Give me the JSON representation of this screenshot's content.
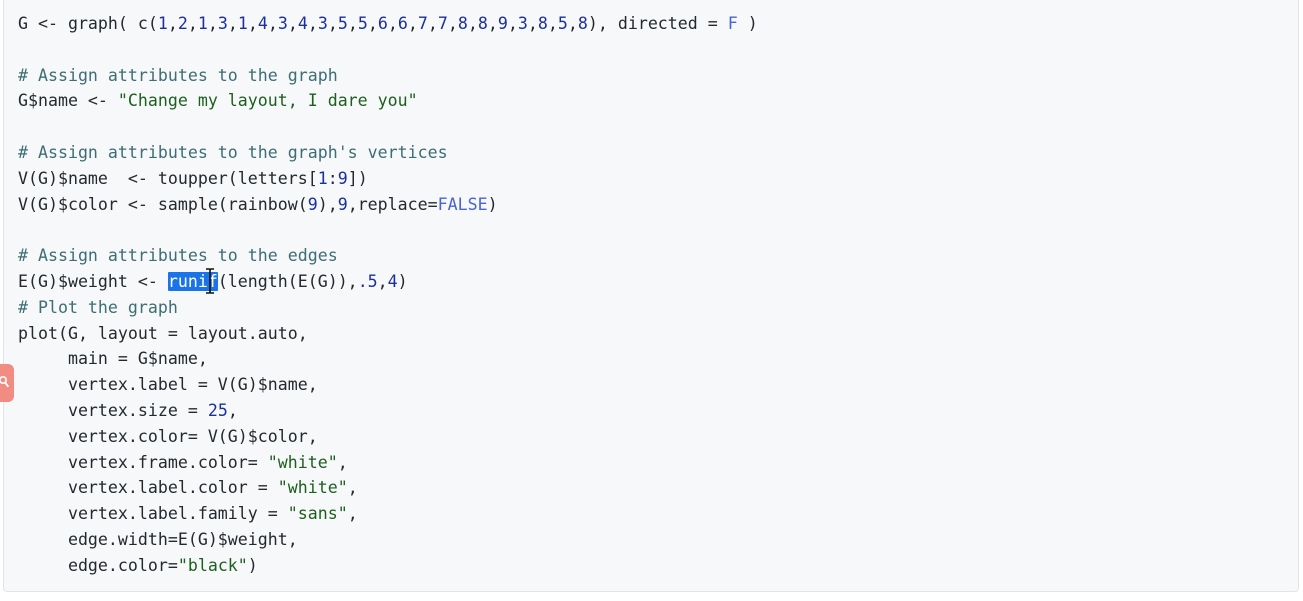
{
  "code": {
    "lines": [
      [
        [
          "t",
          "G <- graph( c("
        ],
        [
          "n",
          "1"
        ],
        [
          "t",
          ","
        ],
        [
          "n",
          "2"
        ],
        [
          "t",
          ","
        ],
        [
          "n",
          "1"
        ],
        [
          "t",
          ","
        ],
        [
          "n",
          "3"
        ],
        [
          "t",
          ","
        ],
        [
          "n",
          "1"
        ],
        [
          "t",
          ","
        ],
        [
          "n",
          "4"
        ],
        [
          "t",
          ","
        ],
        [
          "n",
          "3"
        ],
        [
          "t",
          ","
        ],
        [
          "n",
          "4"
        ],
        [
          "t",
          ","
        ],
        [
          "n",
          "3"
        ],
        [
          "t",
          ","
        ],
        [
          "n",
          "5"
        ],
        [
          "t",
          ","
        ],
        [
          "n",
          "5"
        ],
        [
          "t",
          ","
        ],
        [
          "n",
          "6"
        ],
        [
          "t",
          ","
        ],
        [
          "n",
          "6"
        ],
        [
          "t",
          ","
        ],
        [
          "n",
          "7"
        ],
        [
          "t",
          ","
        ],
        [
          "n",
          "7"
        ],
        [
          "t",
          ","
        ],
        [
          "n",
          "8"
        ],
        [
          "t",
          ","
        ],
        [
          "n",
          "8"
        ],
        [
          "t",
          ","
        ],
        [
          "n",
          "9"
        ],
        [
          "t",
          ","
        ],
        [
          "n",
          "3"
        ],
        [
          "t",
          ","
        ],
        [
          "n",
          "8"
        ],
        [
          "t",
          ","
        ],
        [
          "n",
          "5"
        ],
        [
          "t",
          ","
        ],
        [
          "n",
          "8"
        ],
        [
          "t",
          "), directed = "
        ],
        [
          "k",
          "F"
        ],
        [
          "t",
          " )"
        ]
      ],
      [],
      [
        [
          "c",
          "# Assign attributes to the graph"
        ]
      ],
      [
        [
          "t",
          "G$name <- "
        ],
        [
          "s",
          "\"Change my layout, I dare you\""
        ]
      ],
      [],
      [
        [
          "c",
          "# Assign attributes to the graph's vertices"
        ]
      ],
      [
        [
          "t",
          "V(G)$name  <- toupper(letters["
        ],
        [
          "n",
          "1"
        ],
        [
          "t",
          ":"
        ],
        [
          "n",
          "9"
        ],
        [
          "t",
          "])"
        ]
      ],
      [
        [
          "t",
          "V(G)$color <- sample(rainbow("
        ],
        [
          "n",
          "9"
        ],
        [
          "t",
          "),"
        ],
        [
          "n",
          "9"
        ],
        [
          "t",
          ",replace="
        ],
        [
          "k",
          "FALSE"
        ],
        [
          "t",
          ")"
        ]
      ],
      [],
      [
        [
          "c",
          "# Assign attributes to the edges"
        ]
      ],
      [
        [
          "t",
          "E(G)$weight <- "
        ],
        [
          "h",
          "runif"
        ],
        [
          "t",
          "(length(E(G)),"
        ],
        [
          "n",
          ".5"
        ],
        [
          "t",
          ","
        ],
        [
          "n",
          "4"
        ],
        [
          "t",
          ")"
        ]
      ],
      [
        [
          "c",
          "# Plot the graph"
        ]
      ],
      [
        [
          "t",
          "plot(G, layout = layout.auto,"
        ]
      ],
      [
        [
          "t",
          "     main = G$name,"
        ]
      ],
      [
        [
          "t",
          "     vertex.label = V(G)$name,"
        ]
      ],
      [
        [
          "t",
          "     vertex.size = "
        ],
        [
          "n",
          "25"
        ],
        [
          "t",
          ","
        ]
      ],
      [
        [
          "t",
          "     vertex.color= V(G)$color,"
        ]
      ],
      [
        [
          "t",
          "     vertex.frame.color= "
        ],
        [
          "s",
          "\"white\""
        ],
        [
          "t",
          ","
        ]
      ],
      [
        [
          "t",
          "     vertex.label.color = "
        ],
        [
          "s",
          "\"white\""
        ],
        [
          "t",
          ","
        ]
      ],
      [
        [
          "t",
          "     vertex.label.family = "
        ],
        [
          "s",
          "\"sans\""
        ],
        [
          "t",
          ","
        ]
      ],
      [
        [
          "t",
          "     edge.width=E(G)$weight,"
        ]
      ],
      [
        [
          "t",
          "     edge.color="
        ],
        [
          "s",
          "\"black\""
        ],
        [
          "t",
          ")"
        ]
      ]
    ]
  },
  "colors": {
    "text": "#24292e",
    "comment": "#3e6d74",
    "string": "#1d5f1d",
    "number": "#1b2fa0",
    "keyword": "#4863d8",
    "selection": "#1a73e8",
    "panel_background": "#f6f8fa",
    "side_tab": "#f28b82"
  },
  "icons": {
    "cursor": "text-ibeam-cursor-icon",
    "side_tab": "search-icon"
  }
}
